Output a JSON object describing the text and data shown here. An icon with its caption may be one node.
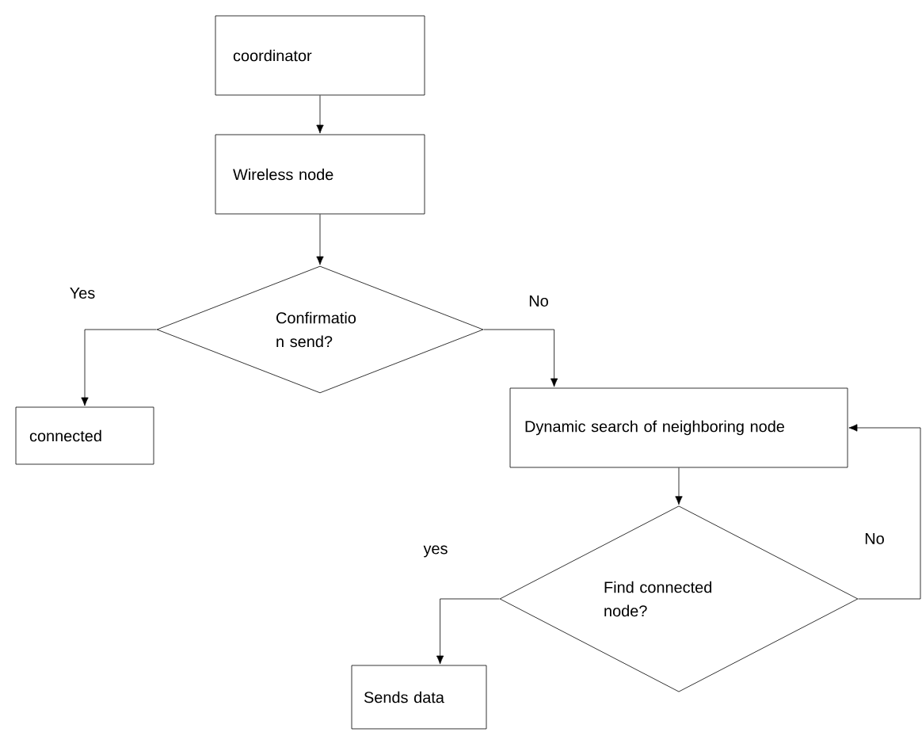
{
  "diagram": {
    "nodes": [
      {
        "text": [
          "coordinator"
        ]
      },
      {
        "text": [
          "Wireless node"
        ]
      },
      {
        "text": [
          "Confirmatio n send?"
        ]
      },
      {
        "text": [
          "connected"
        ]
      },
      {
        "text": [
          "Dynamic search of neighboring node"
        ]
      },
      {
        "text": [
          "Find connected node?"
        ]
      },
      {
        "text": [
          "Sends data"
        ]
      }
    ],
    "edges": [
      {
        "from": 0,
        "to": 1,
        "arrow": "to"
      },
      {
        "from": 1,
        "to": 2,
        "arrow": "to"
      },
      {
        "from": 2,
        "to": 3,
        "arrow": "to",
        "label": "Yes"
      },
      {
        "from": 2,
        "to": 4,
        "arrow": "to",
        "label": "No"
      },
      {
        "from": 4,
        "to": 5,
        "arrow": "to"
      },
      {
        "from": 5,
        "to": 6,
        "arrow": "to",
        "label": "yes"
      },
      {
        "from": 5,
        "to": 4,
        "arrow": "to",
        "label": "No"
      }
    ]
  }
}
